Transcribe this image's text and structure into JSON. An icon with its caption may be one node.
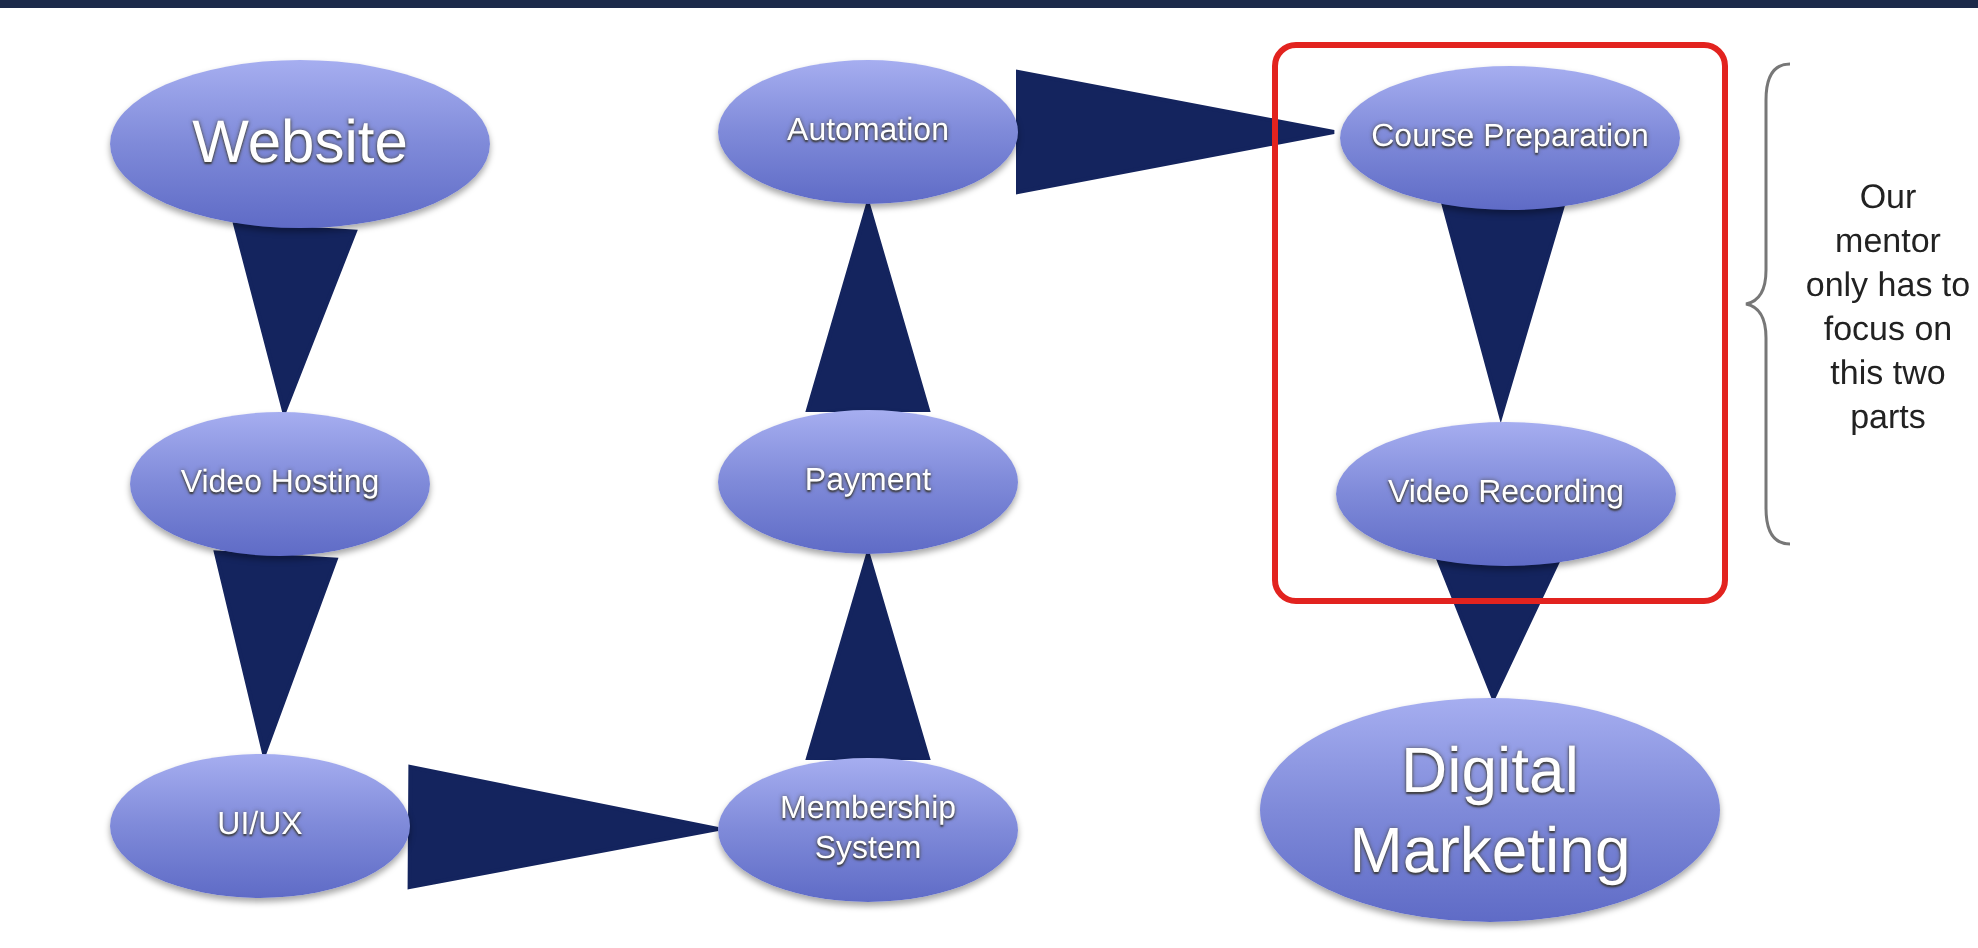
{
  "diagram": {
    "nodes": [
      {
        "text": [
          "Website"
        ]
      },
      {
        "text": [
          "Video Hosting"
        ]
      },
      {
        "text": [
          "UI/UX"
        ]
      },
      {
        "text": [
          "Membership System"
        ]
      },
      {
        "text": [
          "Payment"
        ]
      },
      {
        "text": [
          "Automation"
        ]
      },
      {
        "text": [],
        "shape": "box"
      },
      {
        "text": [
          "Course Preparation"
        ],
        "in": 6
      },
      {
        "text": [
          "Video Recording"
        ],
        "in": 6
      },
      {
        "text": [
          "Digital Marketing"
        ]
      }
    ],
    "edges": [
      {
        "from": 0,
        "to": 1,
        "arrow": "to"
      },
      {
        "from": 1,
        "to": 2,
        "arrow": "to"
      },
      {
        "from": 2,
        "to": 3,
        "arrow": "to"
      },
      {
        "from": 3,
        "to": 4,
        "arrow": "to"
      },
      {
        "from": 4,
        "to": 5,
        "arrow": "to"
      },
      {
        "from": 5,
        "to": 7,
        "arrow": "to"
      },
      {
        "from": 7,
        "to": 8,
        "arrow": "to"
      },
      {
        "from": 8,
        "to": 9,
        "arrow": "to"
      }
    ],
    "labels": [
      "Our mentor only has to focus on this two parts"
    ]
  }
}
